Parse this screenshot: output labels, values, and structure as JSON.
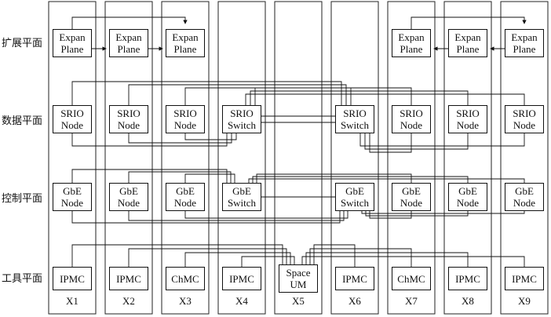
{
  "planes": [
    {
      "key": "expan",
      "label": "扩展平面"
    },
    {
      "key": "data",
      "label": "数据平面"
    },
    {
      "key": "control",
      "label": "控制平面"
    },
    {
      "key": "tool",
      "label": "工具平面"
    }
  ],
  "slots": [
    "X1",
    "X2",
    "X3",
    "X4",
    "X5",
    "X6",
    "X7",
    "X8",
    "X9"
  ],
  "expan_plane": [
    {
      "slot": "X1",
      "line1": "Expan",
      "line2": "Plane"
    },
    {
      "slot": "X2",
      "line1": "Expan",
      "line2": "Plane"
    },
    {
      "slot": "X3",
      "line1": "Expan",
      "line2": "Plane"
    },
    {
      "slot": "X7",
      "line1": "Expan",
      "line2": "Plane"
    },
    {
      "slot": "X8",
      "line1": "Expan",
      "line2": "Plane"
    },
    {
      "slot": "X9",
      "line1": "Expan",
      "line2": "Plane"
    }
  ],
  "data_plane": [
    {
      "slot": "X1",
      "line1": "SRIO",
      "line2": "Node"
    },
    {
      "slot": "X2",
      "line1": "SRIO",
      "line2": "Node"
    },
    {
      "slot": "X3",
      "line1": "SRIO",
      "line2": "Node"
    },
    {
      "slot": "X4",
      "line1": "SRIO",
      "line2": "Switch"
    },
    {
      "slot": "X6",
      "line1": "SRIO",
      "line2": "Switch"
    },
    {
      "slot": "X7",
      "line1": "SRIO",
      "line2": "Node"
    },
    {
      "slot": "X8",
      "line1": "SRIO",
      "line2": "Node"
    },
    {
      "slot": "X9",
      "line1": "SRIO",
      "line2": "Node"
    }
  ],
  "control_plane": [
    {
      "slot": "X1",
      "line1": "GbE",
      "line2": "Node"
    },
    {
      "slot": "X2",
      "line1": "GbE",
      "line2": "Node"
    },
    {
      "slot": "X3",
      "line1": "GbE",
      "line2": "Node"
    },
    {
      "slot": "X4",
      "line1": "GbE",
      "line2": "Switch"
    },
    {
      "slot": "X6",
      "line1": "GbE",
      "line2": "Switch"
    },
    {
      "slot": "X7",
      "line1": "GbE",
      "line2": "Node"
    },
    {
      "slot": "X8",
      "line1": "GbE",
      "line2": "Node"
    },
    {
      "slot": "X9",
      "line1": "GbE",
      "line2": "Node"
    }
  ],
  "tool_plane": [
    {
      "slot": "X1",
      "line1": "IPMC",
      "line2": ""
    },
    {
      "slot": "X2",
      "line1": "IPMC",
      "line2": ""
    },
    {
      "slot": "X3",
      "line1": "ChMC",
      "line2": ""
    },
    {
      "slot": "X4",
      "line1": "IPMC",
      "line2": ""
    },
    {
      "slot": "X5",
      "line1": "Space",
      "line2": "UM"
    },
    {
      "slot": "X6",
      "line1": "IPMC",
      "line2": ""
    },
    {
      "slot": "X7",
      "line1": "ChMC",
      "line2": ""
    },
    {
      "slot": "X8",
      "line1": "IPMC",
      "line2": ""
    },
    {
      "slot": "X9",
      "line1": "IPMC",
      "line2": ""
    }
  ]
}
